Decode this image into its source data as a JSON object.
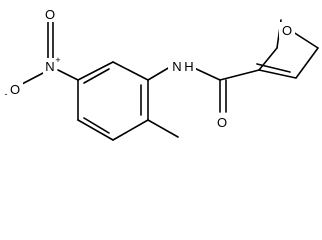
{
  "atoms": {
    "nitro_n": "N",
    "nitro_n_charge": "+",
    "nitro_o_top": "O",
    "nitro_o_minus": "O",
    "nitro_o_charge": "-",
    "amide_n": "N",
    "amide_h": "H",
    "carbonyl_o": "O",
    "furan_o": "O"
  }
}
